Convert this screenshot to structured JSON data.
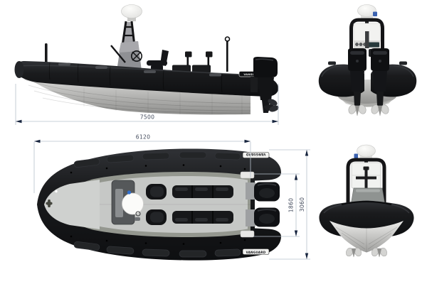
{
  "page": {
    "background": "#ffffff"
  },
  "brand": {
    "label": "VANGUARD"
  },
  "views": {
    "side": {
      "tube_label": "VANGUARD",
      "dim_overall_length": "7500"
    },
    "plan": {
      "tube_label_port": "VANGUARD",
      "tube_label_starboard": "VANGUARD",
      "dim_hull_length": "6120",
      "dim_inner_beam": "1860",
      "dim_overall_beam": "3060"
    },
    "rear": {},
    "front": {}
  },
  "colors": {
    "background": "#ffffff",
    "tube_black": "#1a1b1d",
    "tube_highlight": "#2e3034",
    "hull_gray_light": "#dedede",
    "hull_gray_dark": "#8f8f8d",
    "deck_gray": "#c6c8c6",
    "side_deck_gray": "#94978f",
    "console_gray": "#55585a",
    "dome_white": "#f6f6f4",
    "nav_light_blue": "#3b62b0",
    "dimension_line": "#b7c0cc",
    "dimension_arrow": "#17243e",
    "dimension_text": "#434b5c"
  }
}
